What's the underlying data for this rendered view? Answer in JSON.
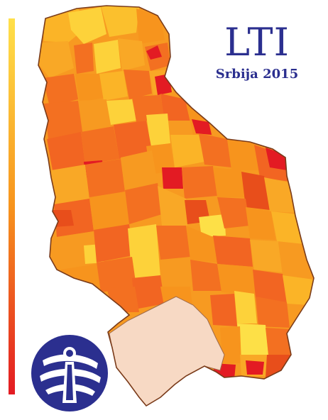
{
  "title": "LTI",
  "subtitle": "Srbija 2015",
  "colors": {
    "brand": "#2b2f8f",
    "scale_low": "#ffe04a",
    "scale_mid": "#f7941d",
    "scale_high": "#e31b23",
    "excluded_region": "#f7d9c4",
    "border": "#7a3b1a"
  },
  "legend": {
    "type": "color-scale",
    "placement": "left"
  },
  "logo": {
    "icon": "transparency-international-logo-icon"
  }
}
